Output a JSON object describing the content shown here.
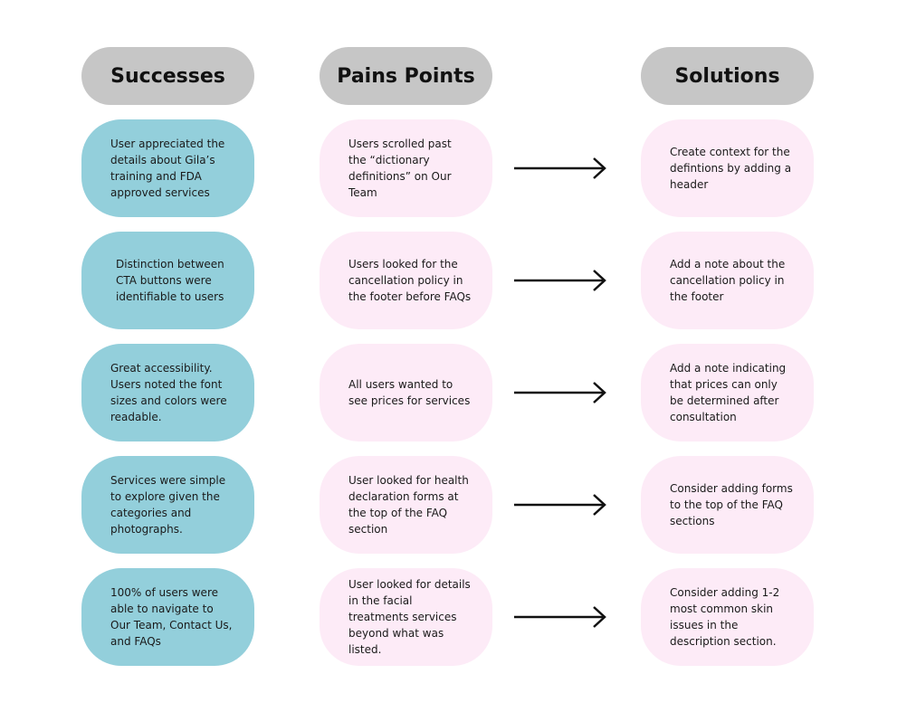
{
  "headers": {
    "successes": "Successes",
    "pain_points": "Pains Points",
    "solutions": "Solutions"
  },
  "rows": [
    {
      "success": "User appreciated the details about Gila’s training and FDA approved services",
      "pain": "Users scrolled past the “dictionary definitions” on Our Team",
      "solution": "Create context for the defintions by adding a header"
    },
    {
      "success": "Distinction between CTA buttons were identifiable to users",
      "pain": "Users looked for the cancellation policy in the footer before FAQs",
      "solution": "Add a note about the cancellation policy in the footer"
    },
    {
      "success": "Great accessibility. Users noted the font sizes and colors were readable.",
      "pain": "All users wanted to see prices for services",
      "solution": "Add a note indicating that prices can only be determined after consultation"
    },
    {
      "success": "Services were simple to explore given the categories and photographs.",
      "pain": "User looked for health declaration forms at the top of the FAQ section",
      "solution": "Consider adding forms to the top of the FAQ sections"
    },
    {
      "success": "100% of users were able to navigate to Our Team, Contact Us, and FAQs",
      "pain": "User looked for details in the facial treatments services beyond what was listed.",
      "solution": "Consider adding 1-2 most common skin issues in the description section."
    }
  ],
  "colors": {
    "header_bg": "#c6c6c6",
    "success_bg": "#93cfdb",
    "pain_bg": "#fdebf7",
    "solution_bg": "#fdebf7",
    "arrow": "#111111"
  }
}
